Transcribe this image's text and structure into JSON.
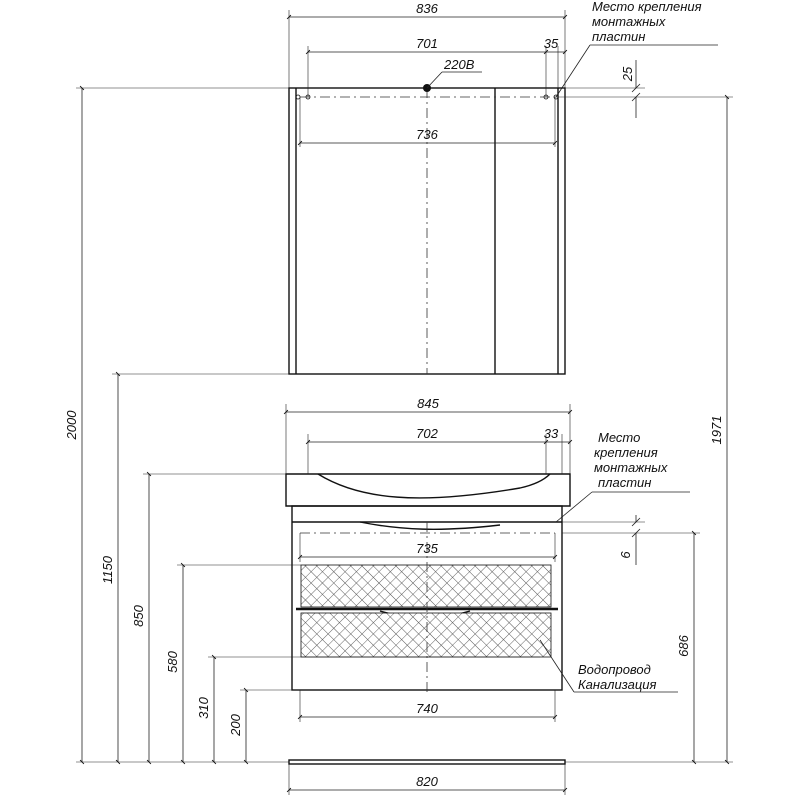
{
  "mirror_cabinet": {
    "width": "836",
    "mount_span": "701",
    "mount_offset": "35",
    "outlet": "220В",
    "mount_height": "25",
    "inner_width": "736",
    "mount_note": [
      "Место крепления",
      "монтажных",
      "пластин"
    ]
  },
  "vanity": {
    "basin_width": "845",
    "mount_span": "702",
    "mount_offset": "33",
    "mount_note": [
      "Место",
      "крепления",
      "монтажных",
      "пластин"
    ],
    "drawer_width": "735",
    "gap": "6",
    "base_width": "740",
    "bottom_width": "820",
    "plumbing": [
      "Водопровод",
      "Канализация"
    ]
  },
  "heights": {
    "total": "2000",
    "mirror_bottom": "1150",
    "basin_top": "850",
    "drawer_top": "580",
    "water_pipe": "310",
    "sewer_pipe": "200",
    "mount_height_right": "1971",
    "vanity_mount": "686"
  }
}
